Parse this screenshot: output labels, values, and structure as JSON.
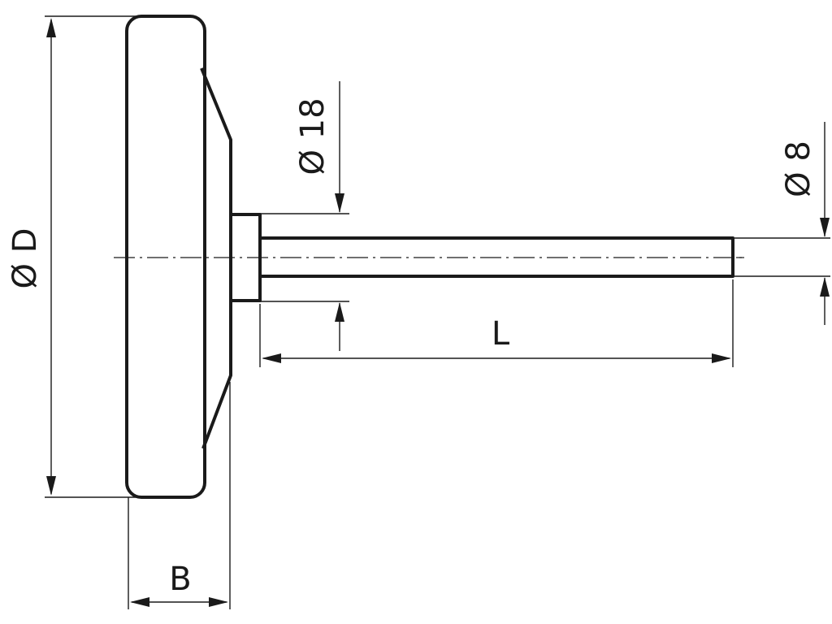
{
  "dimensions": {
    "dial_diameter": "Ø D",
    "case_width": "B",
    "stem_length": "L",
    "connector_diameter": "Ø 18",
    "stem_diameter": "Ø 8"
  }
}
